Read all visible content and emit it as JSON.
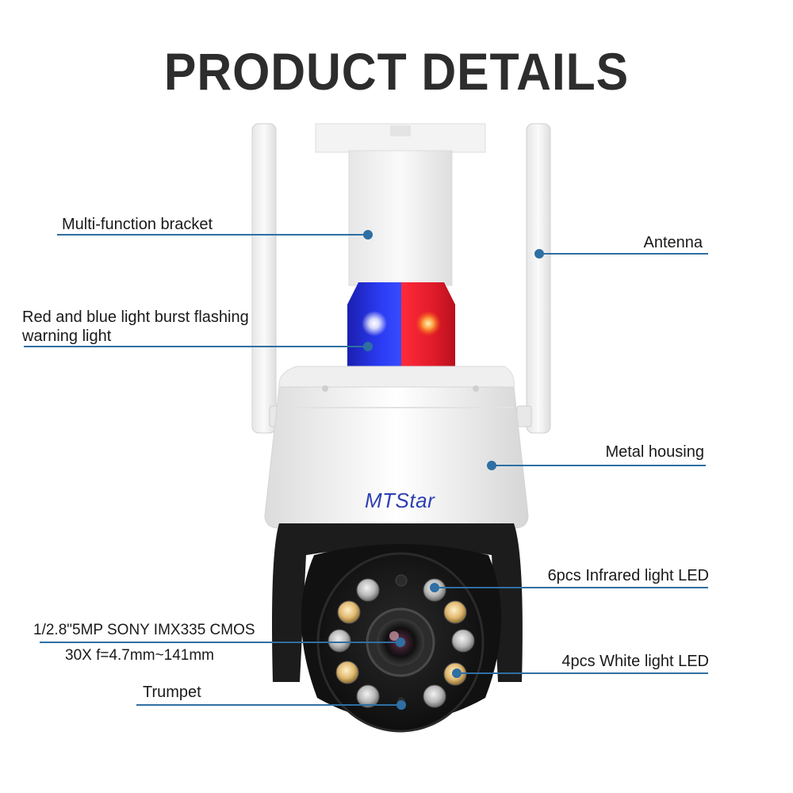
{
  "header": {
    "title": "PRODUCT DETAILS"
  },
  "product": {
    "logo_text": "MTStar"
  },
  "callouts": {
    "bracket": "Multi-function bracket",
    "antenna": "Antenna",
    "warning_line1": "Red and blue light burst flashing",
    "warning_line2": "warning light",
    "housing": "Metal housing",
    "infrared": "6pcs Infrared light LED",
    "sensor_line1": "1/2.8\"5MP SONY IMX335 CMOS",
    "sensor_line2": "30X f=4.7mm~141mm",
    "white_led": "4pcs White light LED",
    "trumpet": "Trumpet"
  },
  "colors": {
    "leader": "#2f6fa3",
    "siren_blue": "#2233ee",
    "siren_red": "#ee2233",
    "logo": "#2e3fb3",
    "body_dark": "#1c1c1c",
    "shell": "#f4f4f4"
  }
}
